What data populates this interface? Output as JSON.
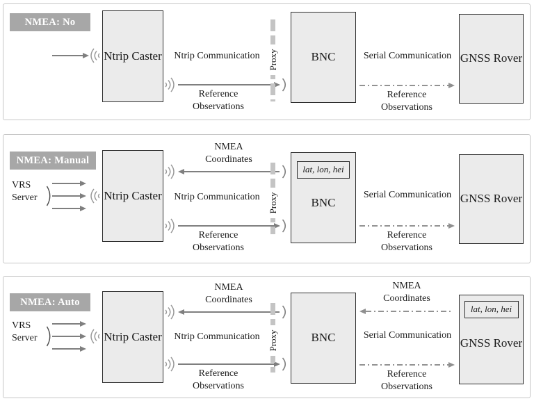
{
  "colors": {
    "box_fill": "#ebebeb",
    "box_border": "#2e2e2e",
    "badge_bg": "#a7a7a7",
    "badge_text": "#ffffff",
    "line": "#7f7f7f",
    "dashdot_line": "#929292",
    "proxy_bar": "#c4c4c4",
    "panel_border": "#c6c6c6",
    "text": "#1a1a1a"
  },
  "labels": {
    "ntrip_caster": "Ntrip Caster",
    "bnc": "BNC",
    "gnss_rover": "GNSS Rover",
    "ntrip_communication": "Ntrip Communication",
    "reference_observations": "Reference Observations",
    "serial_communication": "Serial Communication",
    "nmea_coordinates": "NMEA Coordinates",
    "vrs_server": "VRS Server",
    "proxy": "Proxy",
    "lat_lon_hei": "lat, lon, hei"
  },
  "panels": [
    {
      "title": "NMEA: No"
    },
    {
      "title": "NMEA: Manual"
    },
    {
      "title": "NMEA: Auto"
    }
  ]
}
